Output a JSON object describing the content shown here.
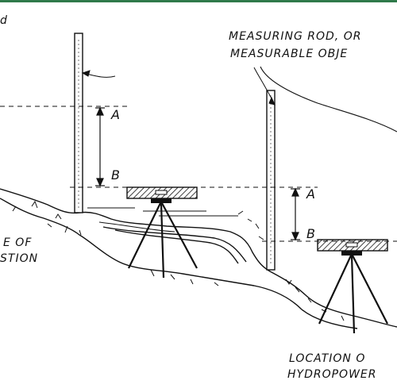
{
  "corner_text": "d",
  "labels": {
    "rod_callout_line1": "MEASURING ROD, OR",
    "rod_callout_line2": "MEASURABLE OBJE",
    "left_A": "A",
    "left_B": "B",
    "right_A": "A",
    "right_B": "B",
    "left_frag_line1": "E OF",
    "left_frag_line2": "STION",
    "bottom_line1": "LOCATION O",
    "bottom_line2": "HYDROPOWER"
  },
  "colors": {
    "ink": "#111111",
    "accent_bar": "#2f7a4a",
    "background": "#ffffff"
  }
}
